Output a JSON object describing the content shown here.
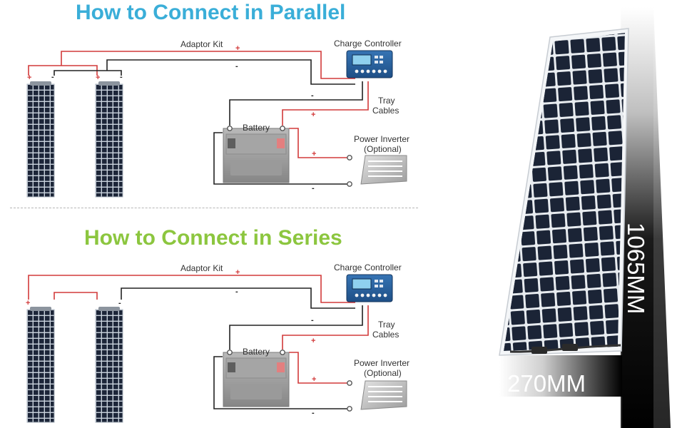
{
  "sections": {
    "parallel": {
      "title": "How to Connect in Parallel",
      "adaptor_kit": "Adaptor Kit",
      "charge_controller": "Charge Controller",
      "tray_cables_line1": "Tray",
      "tray_cables_line2": "Cables",
      "battery": "Battery",
      "inverter_line1": "Power Inverter",
      "inverter_line2": "(Optional)"
    },
    "series": {
      "title": "How to Connect in Series",
      "adaptor_kit": "Adaptor Kit",
      "charge_controller": "Charge Controller",
      "tray_cables_line1": "Tray",
      "tray_cables_line2": "Cables",
      "battery": "Battery",
      "inverter_line1": "Power Inverter",
      "inverter_line2": "(Optional)"
    }
  },
  "polarity": {
    "plus": "+",
    "minus": "-"
  },
  "dimensions": {
    "height": "1065MM",
    "width": "270MM"
  },
  "colors": {
    "parallel_title": "#3aaed8",
    "series_title": "#8cc63f",
    "positive_wire": "#d23a3a",
    "negative_wire": "#222222",
    "panel_cell": "#1b2436"
  }
}
